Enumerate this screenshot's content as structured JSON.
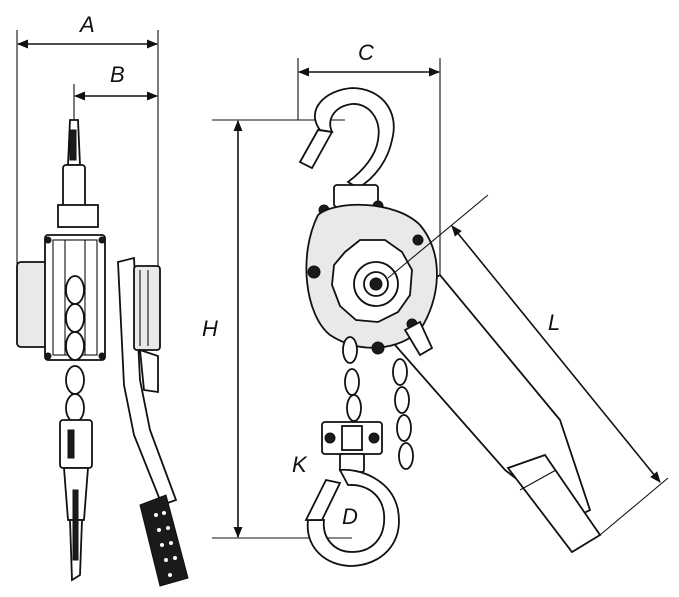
{
  "dimension_labels": {
    "A": "A",
    "B": "B",
    "C": "C",
    "H": "H",
    "L": "L",
    "K": "K",
    "D": "D"
  },
  "icons": [
    "side-view-hoist-icon",
    "front-view-hoist-icon",
    "top-hook-icon",
    "bottom-hook-icon",
    "lever-handle-icon",
    "load-chain-icon"
  ]
}
